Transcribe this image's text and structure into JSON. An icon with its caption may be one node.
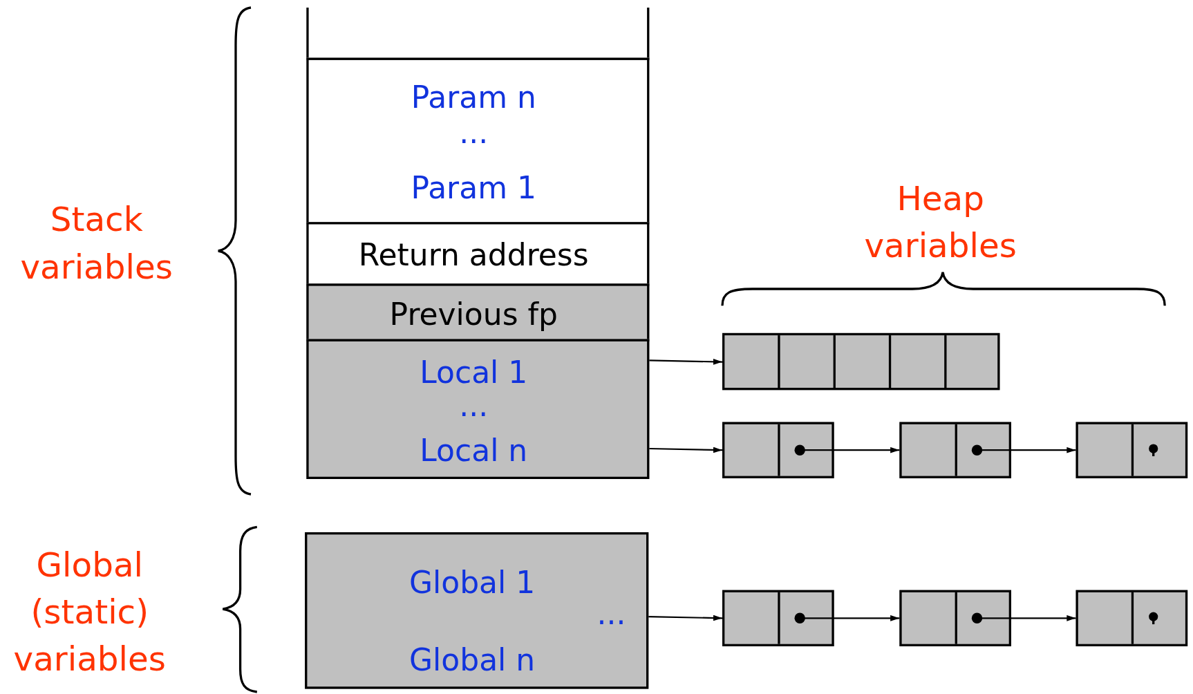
{
  "diagram": {
    "nodes": [
      {
        "text": [],
        "shape": "box"
      },
      {
        "text": [
          "Param n",
          "...",
          "Param 1"
        ]
      },
      {
        "text": [
          "Return address"
        ]
      },
      {
        "text": [
          "Previous fp"
        ]
      },
      {
        "text": [
          "Local 1",
          "...",
          "Local n"
        ]
      },
      {
        "text": [
          "Global 1",
          "...",
          "Global n"
        ]
      },
      {
        "text": [],
        "shape": "box"
      },
      {
        "text": [],
        "shape": "box"
      },
      {
        "text": [],
        "shape": "box"
      },
      {
        "text": [],
        "shape": "box"
      },
      {
        "text": [],
        "shape": "box"
      },
      {
        "text": [],
        "shape": "box"
      },
      {
        "text": [],
        "shape": "box"
      }
    ],
    "edges": [
      {
        "from": 4,
        "to": 6,
        "arrow": "to"
      },
      {
        "from": 4,
        "to": 7,
        "arrow": "to"
      },
      {
        "from": 7,
        "to": 8,
        "arrow": "to"
      },
      {
        "from": 8,
        "to": 9,
        "arrow": "to"
      },
      {
        "from": 5,
        "to": 10,
        "arrow": "to"
      },
      {
        "from": 10,
        "to": 11,
        "arrow": "to"
      },
      {
        "from": 11,
        "to": 12,
        "arrow": "to"
      }
    ],
    "labels": [
      "Stack variables",
      "Heap variables",
      "Global (static) variables"
    ]
  }
}
